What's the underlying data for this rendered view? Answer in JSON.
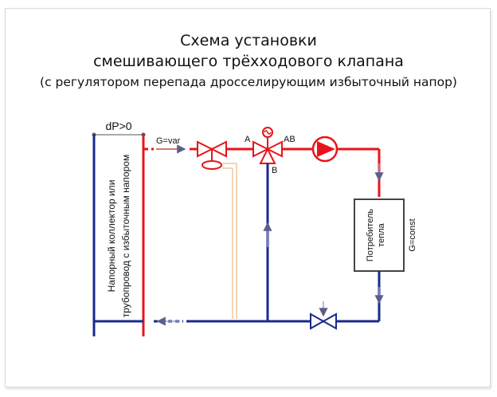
{
  "title": {
    "line1": "Схема установки",
    "line2": "смешивающего трёхходового клапана",
    "line3": "(с регулятором перепада дросселирующим избыточный напор)"
  },
  "labels": {
    "dp": "dP>0",
    "g_var": "G=var",
    "port_a": "A",
    "port_ab": "AB",
    "port_b": "B",
    "collector_line1": "Напорный коллектор или",
    "collector_line2": "трубопровод с избыточным напором",
    "consumer_line1": "Потребитель",
    "consumer_line2": "тепла",
    "g_const": "G=const"
  },
  "colors": {
    "supply": "#e8141b",
    "return": "#1a2a8c",
    "impulse": "#f0c9a0",
    "arrow": "#9aa0c8"
  }
}
